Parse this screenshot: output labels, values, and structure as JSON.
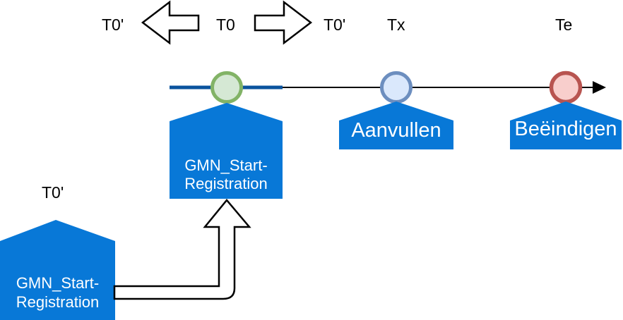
{
  "labels": {
    "t0_prime_left": "T0'",
    "t0": "T0",
    "t0_prime_right": "T0'",
    "tx": "Tx",
    "te": "Te",
    "t0_prime_bottom": "T0'"
  },
  "houses": {
    "start_top": {
      "line1": "GMN_Start-",
      "line2": "Registration"
    },
    "aanvullen": {
      "label": "Aanvullen"
    },
    "beeindigen": {
      "label": "Beëindigen"
    },
    "start_bottom": {
      "line1": "GMN_Start-",
      "line2": "Registration"
    }
  },
  "colors": {
    "house_fill": "#0878d7",
    "timeline_segment": "#0a539e",
    "timeline_line": "#000000",
    "milestone_green_fill": "#d5e8d4",
    "milestone_green_stroke": "#82b366",
    "milestone_blue_fill": "#dae8fc",
    "milestone_blue_stroke": "#6c8ebf",
    "milestone_red_fill": "#f8cecc",
    "milestone_red_stroke": "#b85450",
    "arrow_fill": "#ffffff",
    "arrow_stroke": "#000000",
    "label_text": "#000000",
    "house_text": "#ffffff"
  }
}
